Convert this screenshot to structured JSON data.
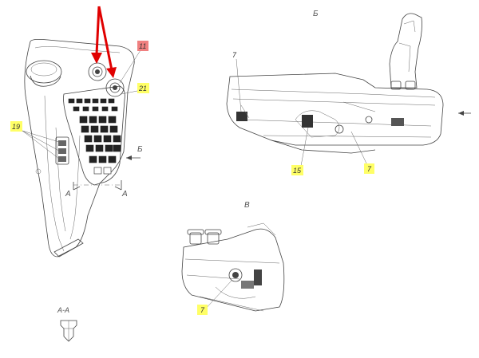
{
  "views": {
    "view_b": "Б",
    "view_v": "В",
    "section_aa": "А-А"
  },
  "section_markers": {
    "a_left": "А",
    "a_right": "А",
    "b_arrow": "Б"
  },
  "callouts": {
    "c11": "11",
    "c21": "21",
    "c19": "19",
    "c7_top": "7",
    "c15": "15",
    "c7_right": "7",
    "c7_bottom": "7"
  },
  "colors": {
    "callout_yellow": "#ffff66",
    "callout_red": "#f08080",
    "arrow_red": "#e00000",
    "line": "#444444"
  }
}
